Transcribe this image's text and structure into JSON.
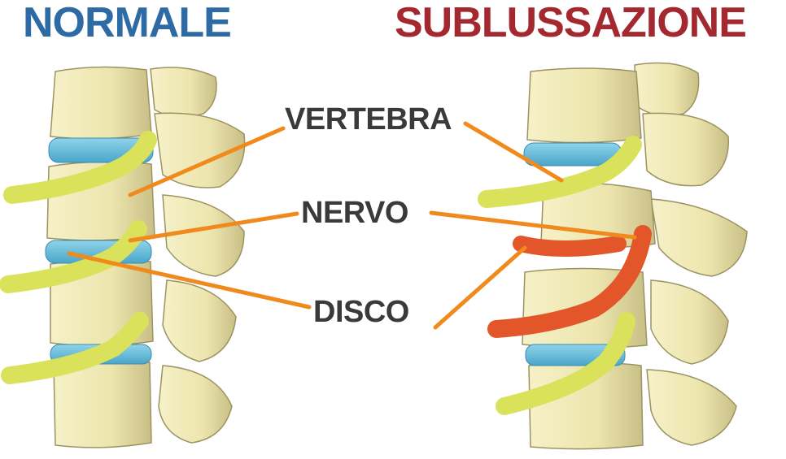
{
  "titles": {
    "left": "NORMALE",
    "right": "SUBLUSSAZIONE",
    "left_color": "#2e6aa3",
    "right_color": "#a3282f"
  },
  "labels": {
    "vertebra": "VERTEBRA",
    "nervo": "NERVO",
    "disco": "DISCO",
    "color": "#3a3a3a"
  },
  "colors": {
    "bone": "#f0eab8",
    "bone_shadow": "#c9c08a",
    "disc": "#6ec3e0",
    "nerve": "#d9e25a",
    "nerve_irritated": "#e2562a",
    "leader": "#f08a1c"
  }
}
